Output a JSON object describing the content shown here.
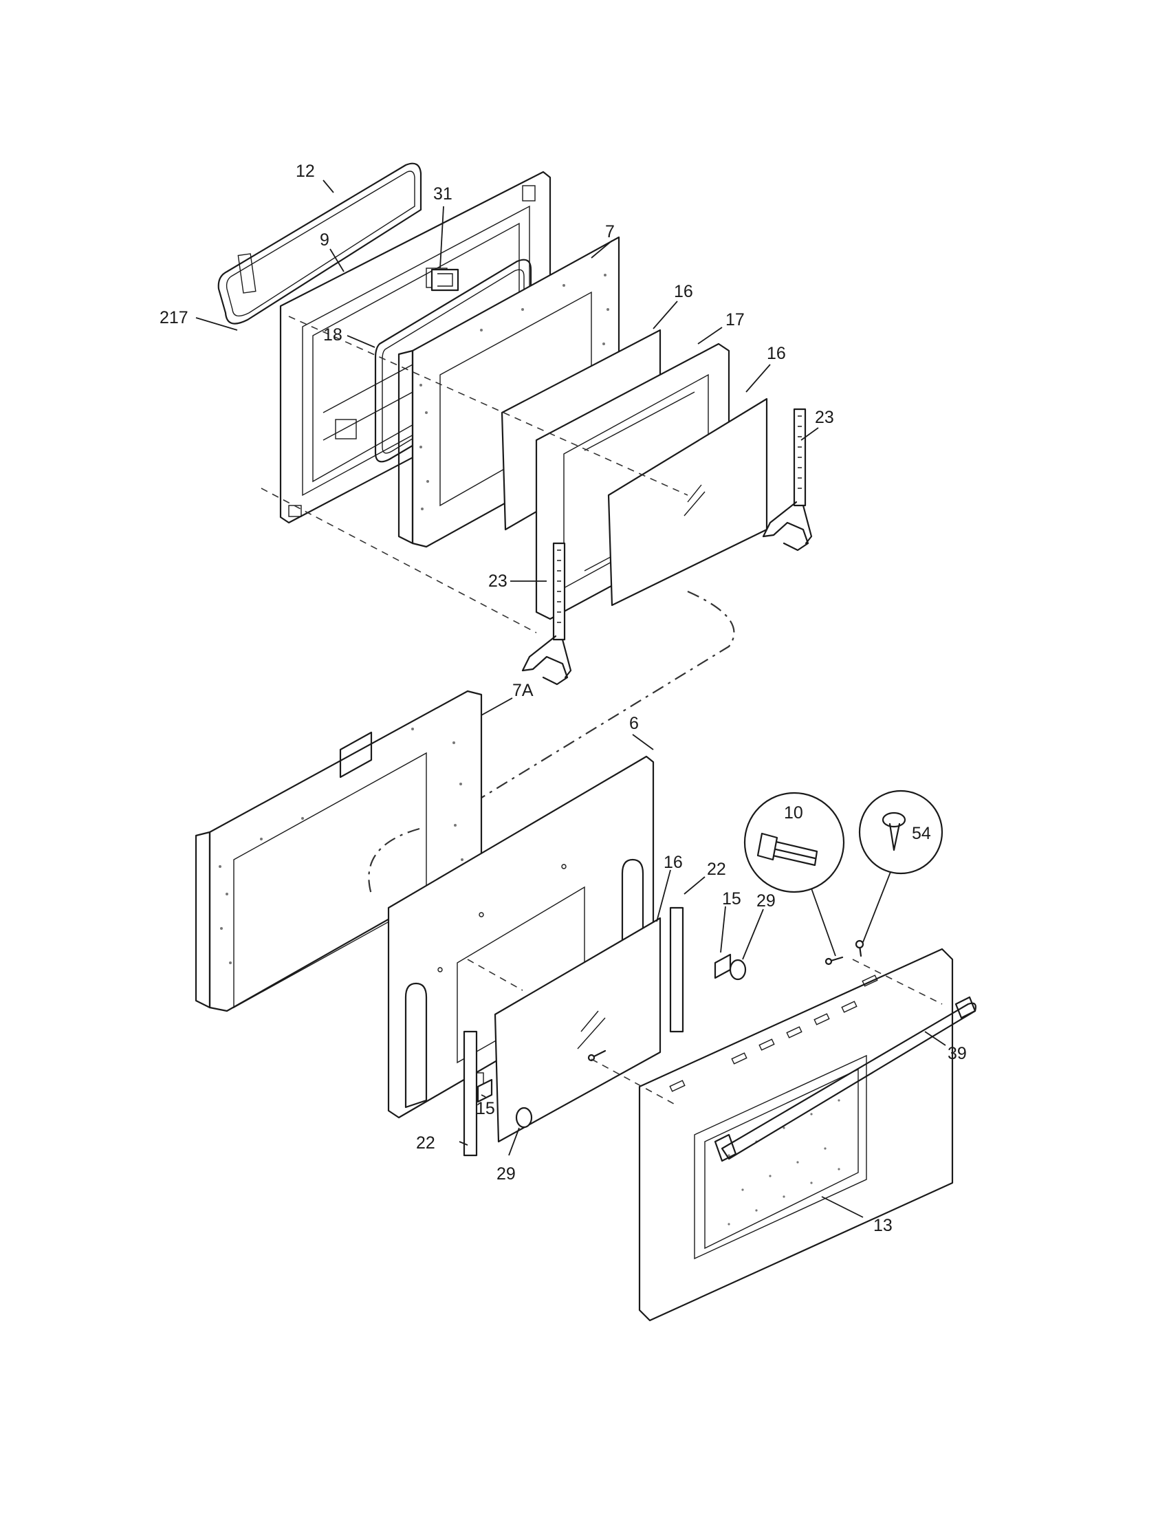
{
  "diagram": {
    "callouts": {
      "c12": "12",
      "c31": "31",
      "c9": "9",
      "c7": "7",
      "c217": "217",
      "c18": "18",
      "c16a": "16",
      "c17": "17",
      "c16b": "16",
      "c23a": "23",
      "c23b": "23",
      "c7A": "7A",
      "c6": "6",
      "c10": "10",
      "c54": "54",
      "c16c": "16",
      "c22a": "22",
      "c15a": "15",
      "c29a": "29",
      "c39": "39",
      "c15b": "15",
      "c22b": "22",
      "c29b": "29",
      "c13": "13"
    }
  }
}
